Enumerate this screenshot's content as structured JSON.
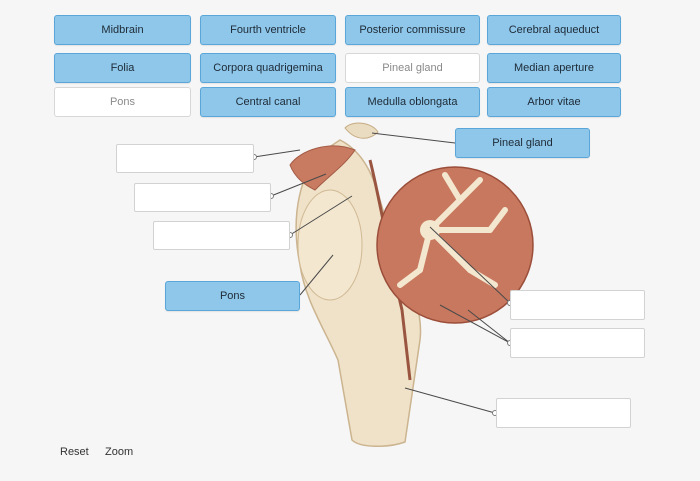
{
  "palette": {
    "row1": [
      "Midbrain",
      "Fourth ventricle",
      "Posterior commissure",
      "Cerebral aqueduct"
    ],
    "row2": [
      "Folia",
      "Corpora quadrigemina",
      "Pineal gland",
      "Median aperture"
    ],
    "row3": [
      "Pons",
      "Central canal",
      "Medulla oblongata",
      "Arbor vitae"
    ]
  },
  "placed": {
    "top_right": "Pineal gland",
    "left_fourth": "Pons"
  },
  "controls": {
    "reset": "Reset",
    "zoom": "Zoom"
  },
  "colors": {
    "chip_blue": "#8fc7ea",
    "chip_border": "#5aa6d8",
    "background": "#f6f6f6"
  }
}
